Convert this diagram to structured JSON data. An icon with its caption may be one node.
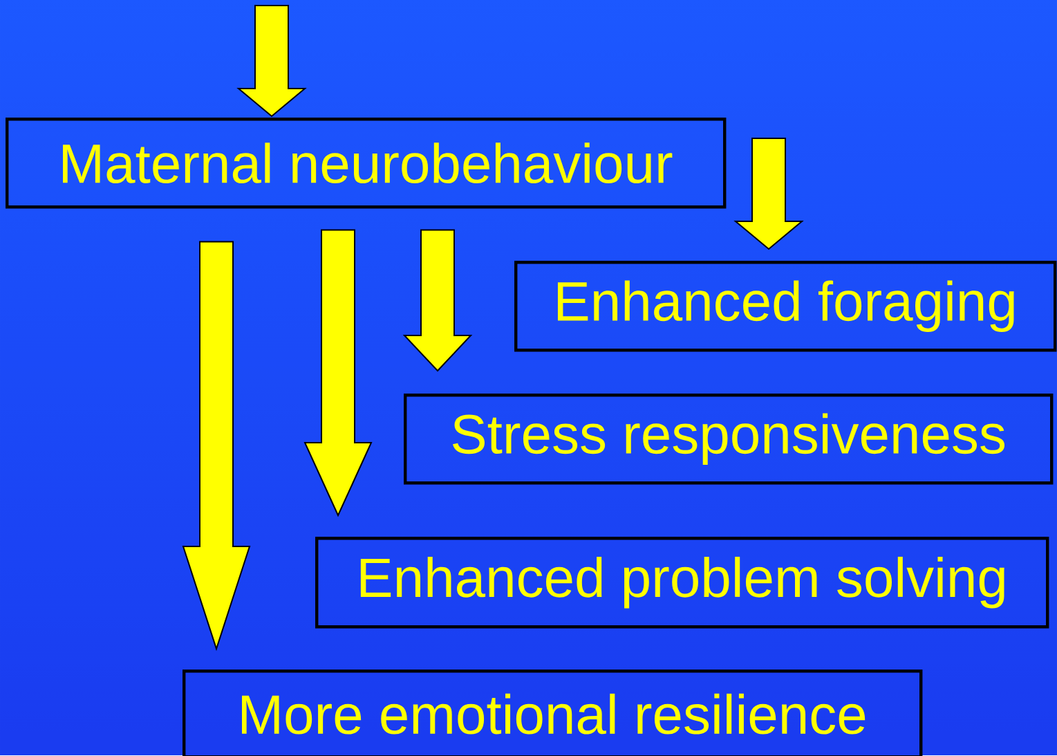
{
  "diagram": {
    "nodes": [
      {
        "text": [
          "Maternal neurobehaviour"
        ]
      },
      {
        "text": [
          "Enhanced foraging"
        ]
      },
      {
        "text": [
          "Stress responsiveness"
        ]
      },
      {
        "text": [
          "Enhanced problem solving"
        ]
      },
      {
        "text": [
          "More emotional resilience"
        ]
      }
    ],
    "edges": [
      {
        "from": null,
        "to": 0,
        "arrow": "to"
      },
      {
        "from": null,
        "to": 1,
        "arrow": "to"
      },
      {
        "from": 0,
        "to": 2,
        "arrow": "to"
      },
      {
        "from": 0,
        "to": 3,
        "arrow": "to"
      },
      {
        "from": 0,
        "to": 4,
        "arrow": "to"
      }
    ]
  }
}
